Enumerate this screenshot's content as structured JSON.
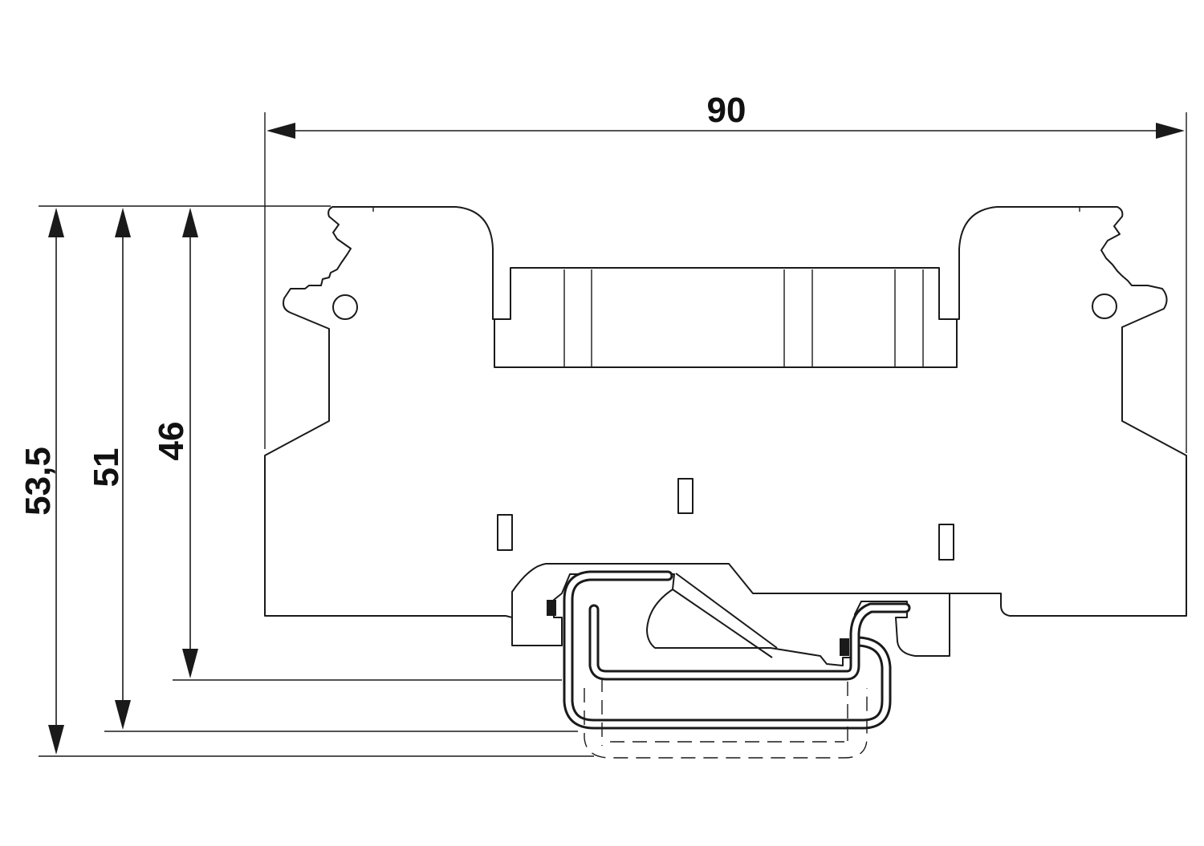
{
  "dimensions": {
    "width_label": "90",
    "height_outer_label": "53,5",
    "height_mid_label": "51",
    "height_inner_label": "46"
  },
  "colors": {
    "line": "#1a1a1a",
    "background": "#ffffff"
  }
}
